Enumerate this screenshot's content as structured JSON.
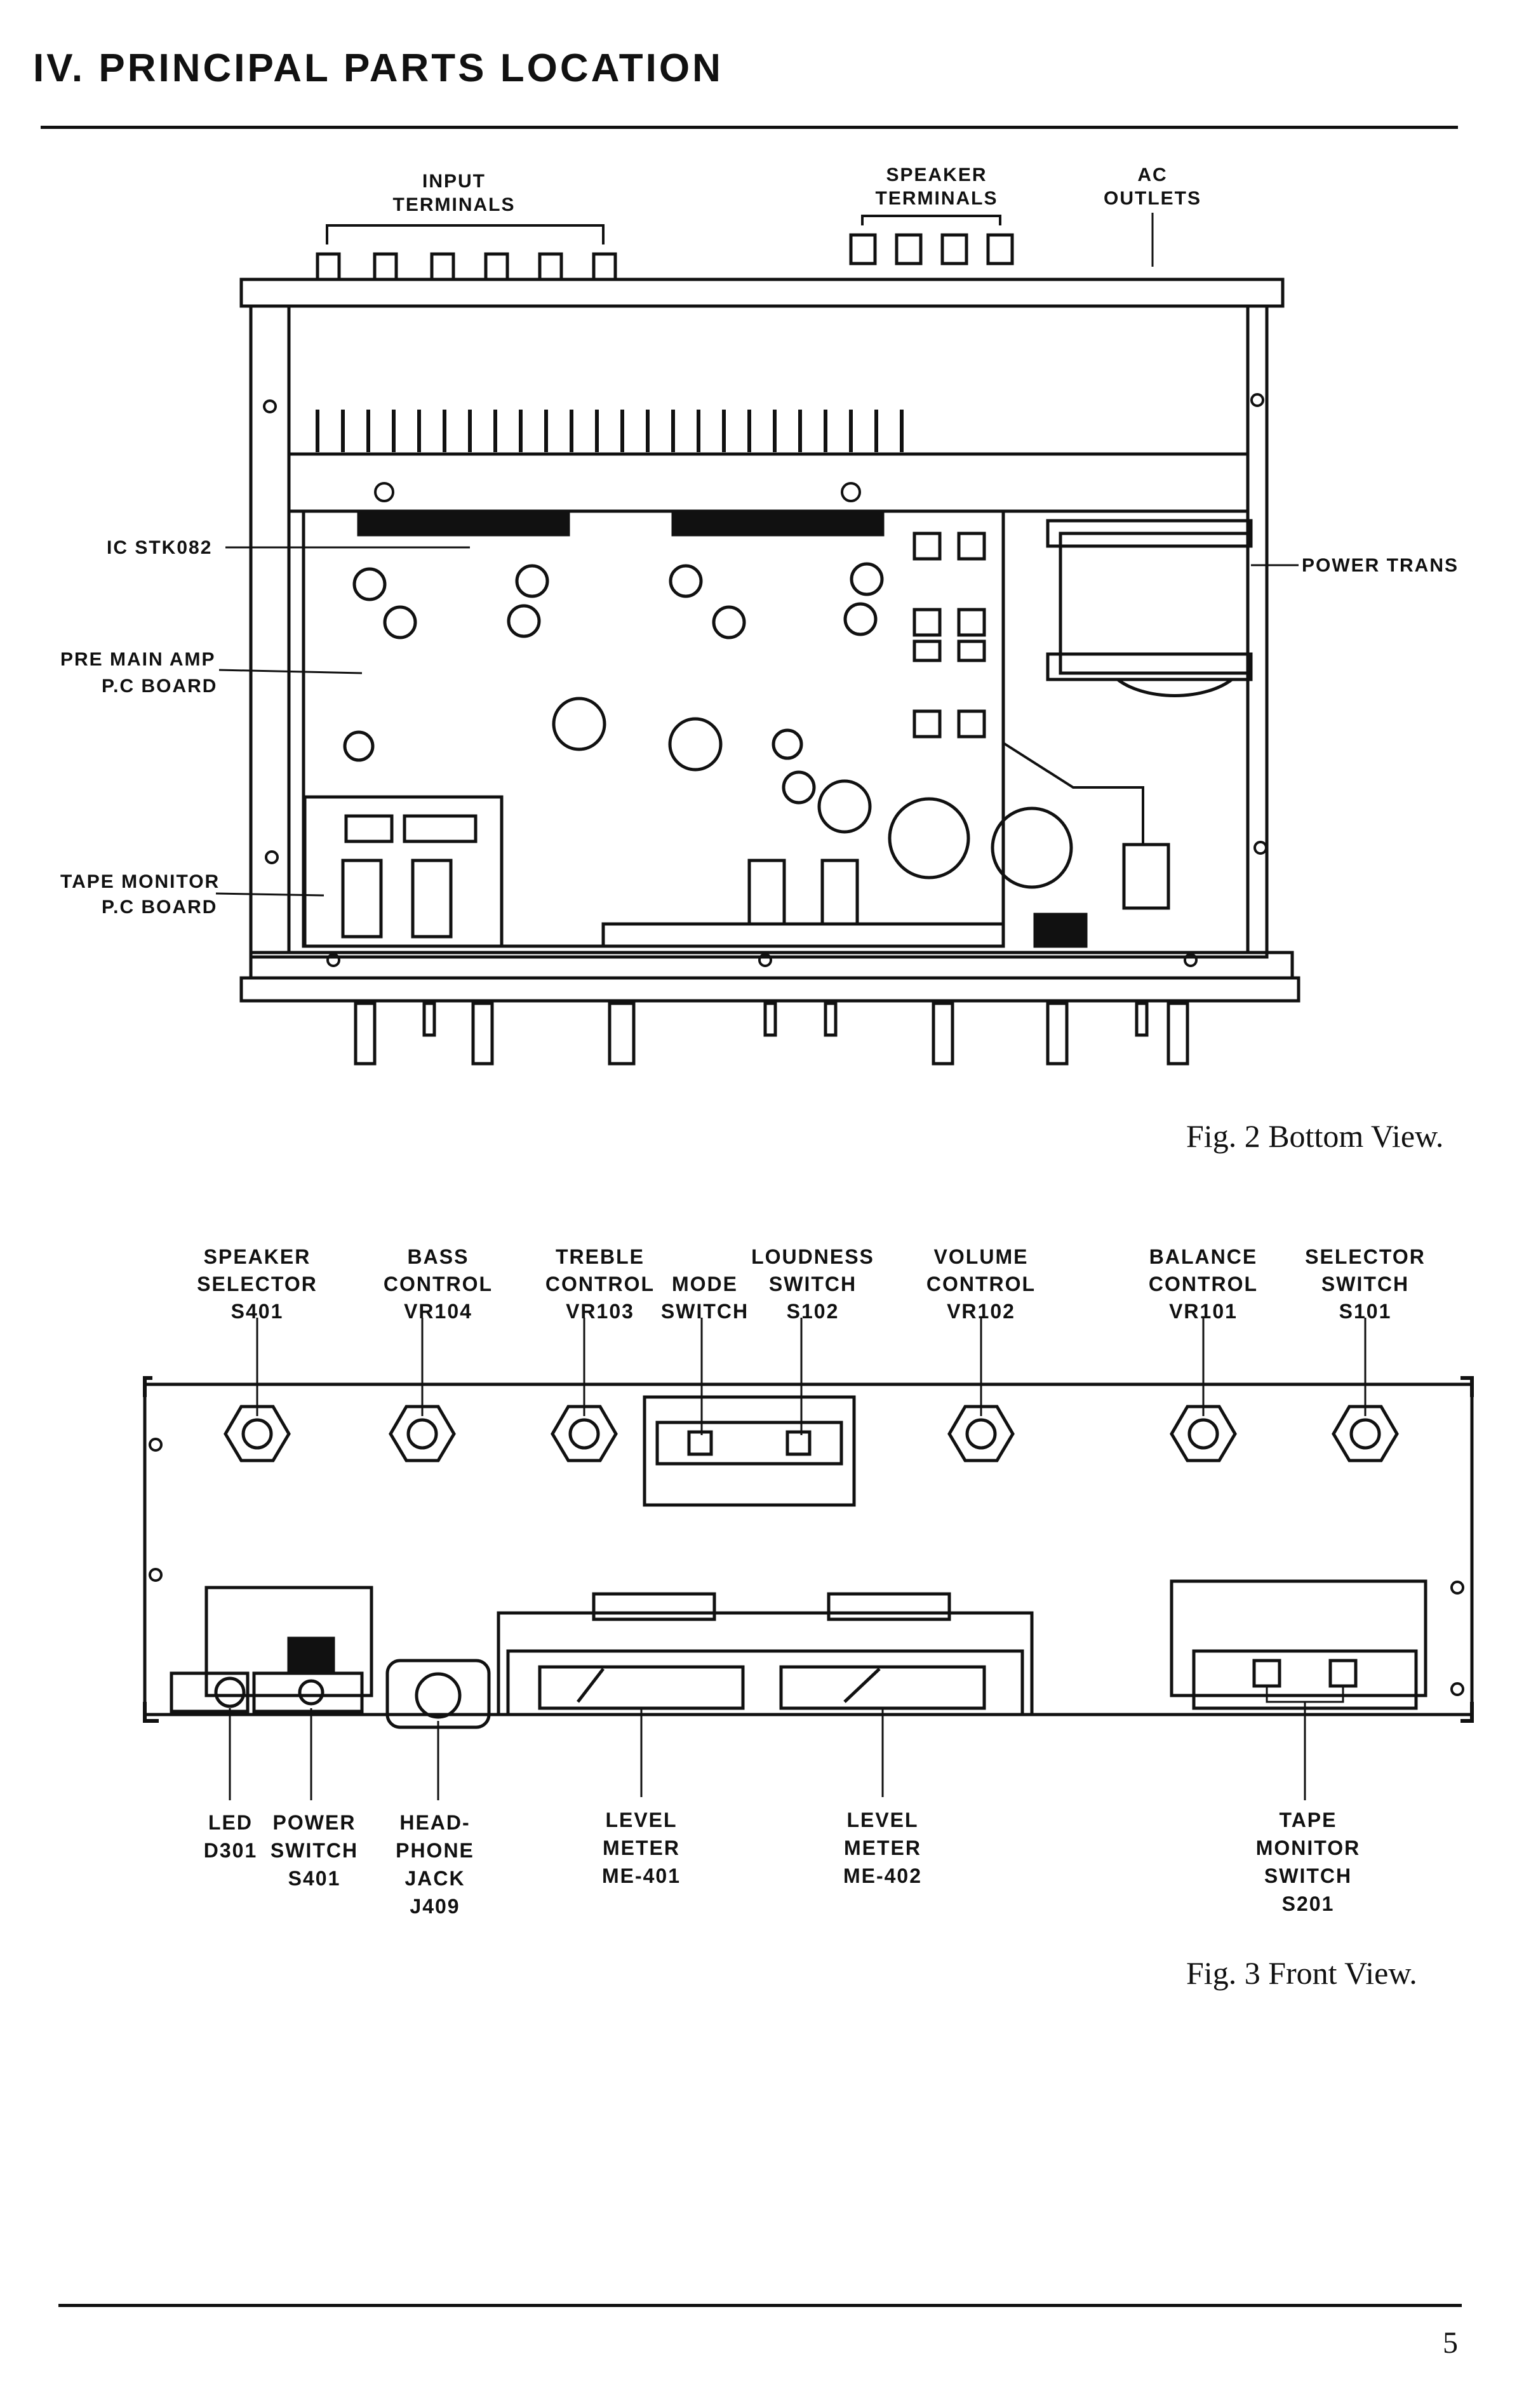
{
  "page": {
    "title": "IV.  PRINCIPAL  PARTS  LOCATION",
    "page_number": "5"
  },
  "fig2": {
    "caption": "Fig. 2 Bottom View.",
    "labels": {
      "input_terminals": [
        "INPUT",
        "TERMINALS"
      ],
      "speaker_terminals": [
        "SPEAKER",
        "TERMINALS"
      ],
      "ac_outlets": [
        "AC",
        "OUTLETS"
      ],
      "ic": [
        "IC STK082"
      ],
      "power_trans": [
        "POWER TRANS"
      ],
      "pre_main_amp": [
        "PRE MAIN AMP",
        "P.C BOARD"
      ],
      "tape_monitor_board": [
        "TAPE MONITOR",
        "P.C BOARD"
      ]
    }
  },
  "fig3": {
    "caption": "Fig. 3 Front View.",
    "top_labels": {
      "speaker_selector": [
        "SPEAKER",
        "SELECTOR",
        "S401"
      ],
      "bass_control": [
        "BASS",
        "CONTROL",
        "VR104"
      ],
      "treble_control": [
        "TREBLE",
        "CONTROL",
        "VR103"
      ],
      "mode_switch": [
        "MODE",
        "SWITCH"
      ],
      "loudness_switch": [
        "LOUDNESS",
        "SWITCH",
        "S102"
      ],
      "volume_control": [
        "VOLUME",
        "CONTROL",
        "VR102"
      ],
      "balance_control": [
        "BALANCE",
        "CONTROL",
        "VR101"
      ],
      "selector_switch": [
        "SELECTOR",
        "SWITCH",
        "S101"
      ]
    },
    "bottom_labels": {
      "led": [
        "LED",
        "D301"
      ],
      "power_switch": [
        "POWER",
        "SWITCH",
        "S401"
      ],
      "headphone_jack": [
        "HEAD-",
        "PHONE",
        "JACK",
        "J409"
      ],
      "level_meter_1": [
        "LEVEL",
        "METER",
        "ME-401"
      ],
      "level_meter_2": [
        "LEVEL",
        "METER",
        "ME-402"
      ],
      "tape_monitor_switch": [
        "TAPE",
        "MONITOR",
        "SWITCH",
        "S201"
      ]
    }
  }
}
